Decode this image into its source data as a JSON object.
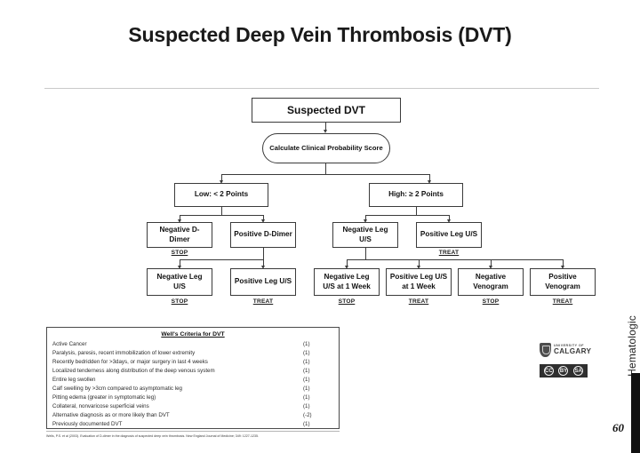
{
  "slide": {
    "title": "Suspected Deep Vein Thrombosis (DVT)",
    "page_number": "60",
    "side_label": "Hematologic"
  },
  "flowchart": {
    "root": "Suspected DVT",
    "decision": "Calculate Clinical Probability Score",
    "branches": {
      "low": "Low: < 2 Points",
      "high": "High: ≥ 2 Points"
    },
    "level3": {
      "neg_ddimer": "Negative D-Dimer",
      "pos_ddimer": "Positive D-Dimer",
      "neg_leg_us": "Negative Leg U/S",
      "pos_leg_us": "Positive Leg U/S"
    },
    "level4": {
      "neg_leg_us": "Negative Leg U/S",
      "pos_leg_us": "Positive Leg U/S",
      "neg_leg_us_1wk": "Negative Leg U/S at 1 Week",
      "pos_leg_us_1wk": "Positive Leg U/S at 1 Week",
      "neg_venogram": "Negative Venogram",
      "pos_venogram": "Positive Venogram"
    },
    "actions": {
      "stop": "STOP",
      "treat": "TREAT"
    }
  },
  "criteria": {
    "title": "Well's Criteria for DVT",
    "rows": [
      {
        "label": "Active Cancer",
        "points": "(1)"
      },
      {
        "label": "Paralysis, paresis, recent immobilization of lower extremity",
        "points": "(1)"
      },
      {
        "label": "Recently bedridden for  >3days, or major surgery in last 4 weeks",
        "points": "(1)"
      },
      {
        "label": "Localized tenderness along distribution of the deep venous system",
        "points": "(1)"
      },
      {
        "label": "Entire leg swollen",
        "points": "(1)"
      },
      {
        "label": "Calf swelling by >3cm compared to asymptomatic leg",
        "points": "(1)"
      },
      {
        "label": "Pitting edema (greater in symptomatic leg)",
        "points": "(1)"
      },
      {
        "label": "Collateral, nonvaricose superficial veins",
        "points": "(1)"
      },
      {
        "label": "Alternative diagnosis as or more likely than DVT",
        "points": "(-2)"
      },
      {
        "label": "Previously documented DVT",
        "points": "(1)"
      }
    ]
  },
  "citation": "Wells, P.S. et al (2003). Evaluation of D-dimer in the diagnosis of suspected deep vein thrombosis. New England Journal of Medicine; 349: 1227-1235.",
  "logo": {
    "university_small": "UNIVERSITY OF",
    "university_big": "CALGARY",
    "cc_badges": [
      "CC",
      "BY",
      "SA"
    ]
  }
}
